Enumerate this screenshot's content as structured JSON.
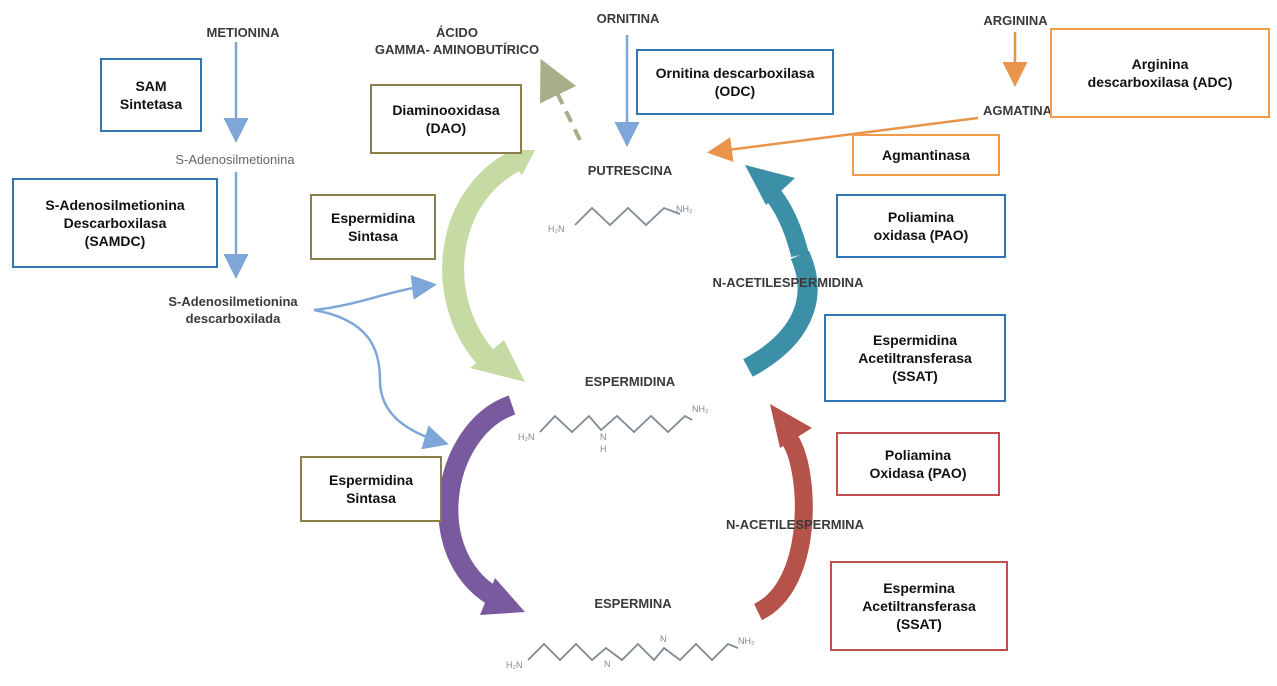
{
  "molecules": {
    "metionina": "METIONINA",
    "acido_gaba": "ÁCIDO\nGAMMA- AMINOBUTÍRICO",
    "ornitina": "ORNITINA",
    "arginina": "ARGININA",
    "agmatina": "AGMATINA",
    "s_adenosilmetionina": "S-Adenosilmetionina",
    "s_adenosilmetionina_descarboxilada": "S-Adenosilmetionina\ndescarboxilada",
    "putrescina": "PUTRESCINA",
    "espermidina": "ESPERMIDINA",
    "espermina": "ESPERMINA",
    "n_acetilespermidina": "N-ACETILESPERMIDINA",
    "n_acetilespermina": "N-ACETILESPERMINA"
  },
  "structure_labels": {
    "nh2": "NH₂",
    "h2n": "H₂N",
    "nh": "N",
    "h": "H"
  },
  "enzymes": {
    "sam_sintetasa": "SAM\nSintetasa",
    "samdc": "S-Adenosilmetionina\nDescarboxilasa\n(SAMDC)",
    "dao": "Diaminooxidasa\n(DAO)",
    "odc": "Ornitina descarboxilasa\n(ODC)",
    "adc": "Arginina\ndescarboxilasa (ADC)",
    "agmantinasa": "Agmantinasa",
    "espermidina_sintasa_1": "Espermidina\nSintasa",
    "pao_1": "Poliamina\noxidasa (PAO)",
    "ssat_1": "Espermidina\nAcetiltransferasa\n(SSAT)",
    "espermidina_sintasa_2": "Espermidina\nSintasa",
    "pao_2": "Poliamina\nOxidasa (PAO)",
    "ssat_2": "Espermina\nAcetiltransferasa\n(SSAT)"
  },
  "colors": {
    "blue": "#2f75b5",
    "olive": "#8d7f4c",
    "orange": "#f29b4b",
    "red": "#c0504d",
    "arrow_blue": "#7ea6d8",
    "arrow_green": "#c6dba3",
    "arrow_teal": "#3b8fa6",
    "arrow_purple": "#7a5a9e",
    "arrow_red": "#b5534a",
    "arrow_orange": "#e8944a",
    "arrow_dashed": "#a9ad8a"
  }
}
